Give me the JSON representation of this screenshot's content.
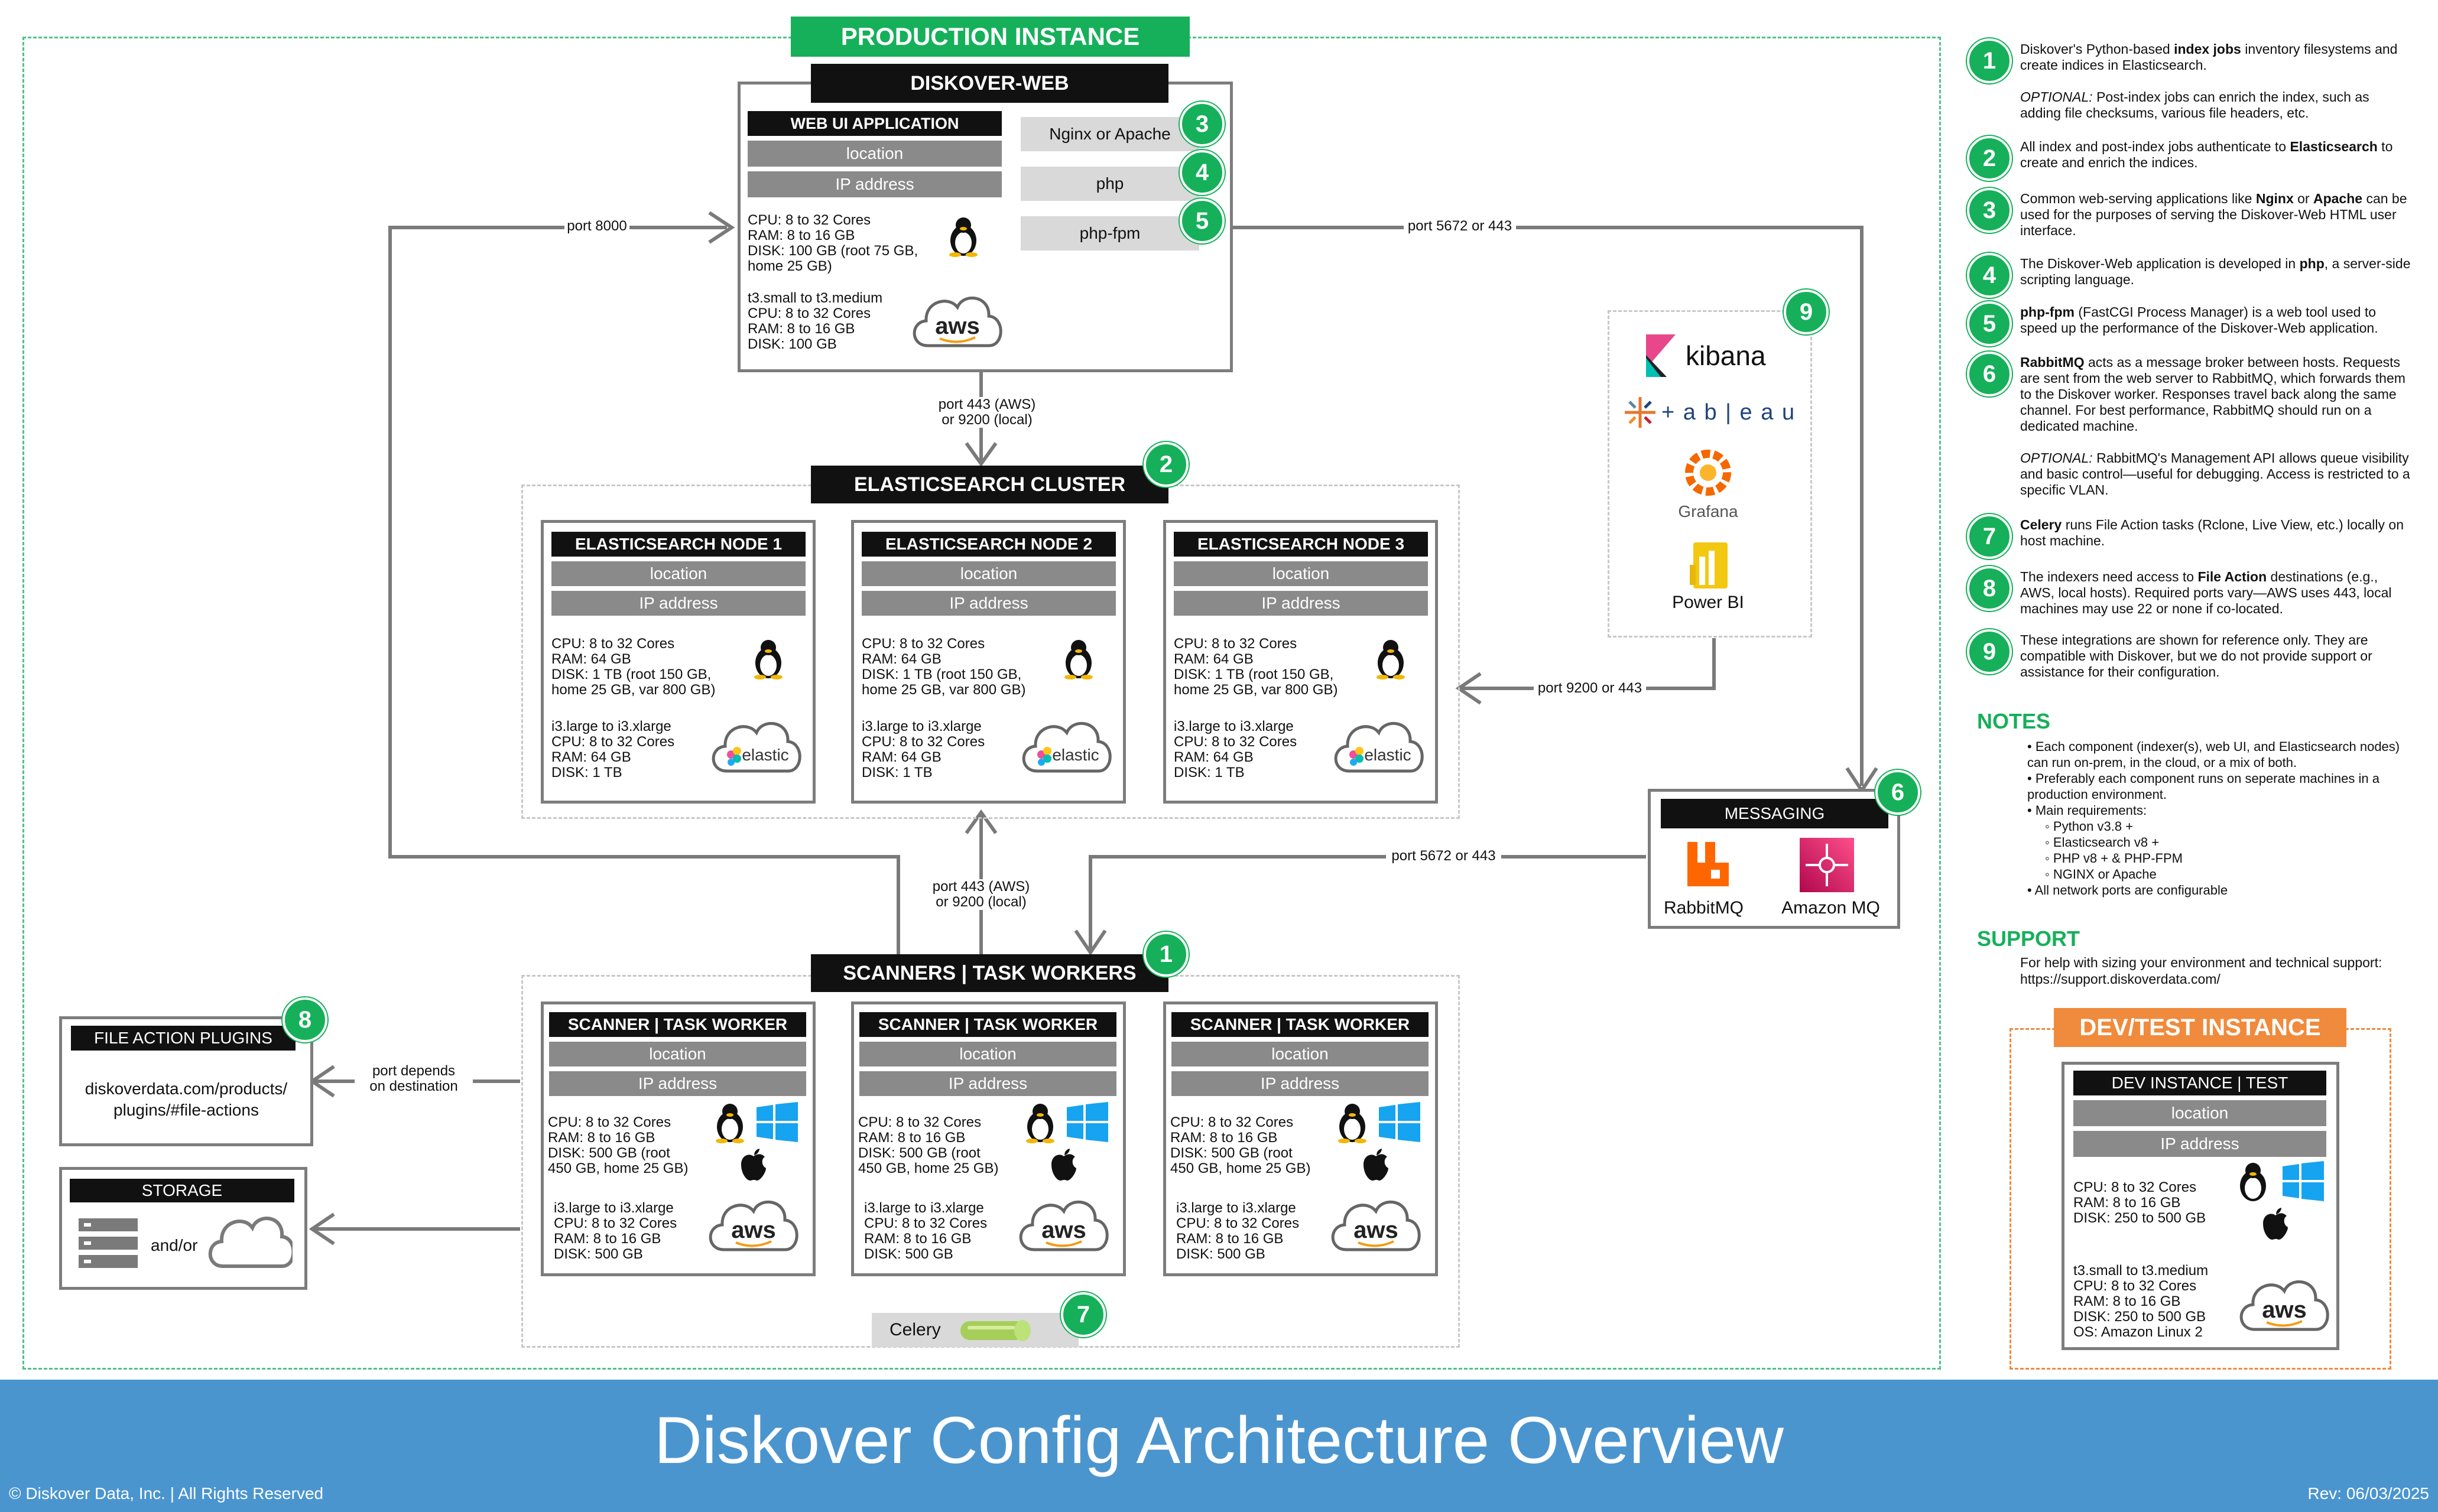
{
  "production_title": "PRODUCTION INSTANCE",
  "devtest_title": "DEV/TEST INSTANCE",
  "web": {
    "title": "DISKOVER-WEB",
    "app_title": "WEB UI APPLICATION",
    "location": "location",
    "ip": "IP address",
    "nginx": "Nginx or Apache",
    "php": "php",
    "phpfpm": "php-fpm",
    "spec_linux": "CPU: 8 to 32 Cores\nRAM: 8 to 16 GB\nDISK: 100 GB (root 75 GB,\nhome 25 GB)",
    "spec_aws": "t3.small to t3.medium\nCPU: 8 to 32 Cores\nRAM: 8 to 16 GB\nDISK: 100 GB"
  },
  "es": {
    "title": "ELASTICSEARCH CLUSTER",
    "nodes": [
      {
        "title": "ELASTICSEARCH NODE 1"
      },
      {
        "title": "ELASTICSEARCH NODE 2"
      },
      {
        "title": "ELASTICSEARCH NODE 3"
      }
    ],
    "location": "location",
    "ip": "IP address",
    "spec_linux": "CPU: 8 to 32 Cores\nRAM: 64 GB\nDISK: 1 TB (root  150 GB,\nhome 25 GB, var 800 GB)",
    "spec_cloud": "i3.large to i3.xlarge\nCPU: 8 to 32 Cores\nRAM: 64 GB\nDISK: 1 TB",
    "elastic": "elastic"
  },
  "scanners": {
    "title": "SCANNERS | TASK WORKERS",
    "worker_title": "SCANNER | TASK WORKER",
    "location": "location",
    "ip": "IP address",
    "spec_os": "CPU: 8 to 32 Cores\nRAM: 8 to 16 GB\nDISK: 500 GB (root\n450 GB, home 25 GB)",
    "spec_cloud": "i3.large to i3.xlarge\nCPU: 8 to 32 Cores\nRAM: 8 to 16 GB\nDISK: 500 GB",
    "celery": "Celery"
  },
  "plugins": {
    "title": "FILE ACTION PLUGINS",
    "text": "diskoverdata.com/products/\nplugins/#file-actions"
  },
  "storage": {
    "title": "STORAGE",
    "andor": "and/or"
  },
  "messaging": {
    "title": "MESSAGING",
    "rabbit": "RabbitMQ",
    "amazon": "Amazon MQ"
  },
  "integrations": {
    "kibana": "kibana",
    "tableau": "+ a b | e a u",
    "grafana": "Grafana",
    "powerbi": "Power BI"
  },
  "ports": {
    "p8000": "port 8000",
    "p5672_top": "port 5672 or 443",
    "p443_web": "port 443 (AWS)\nor 9200 (local)",
    "p443_scan": "port 443 (AWS)\nor 9200 (local)",
    "p9200": "port 9200 or 443",
    "p5672_mid": "port 5672 or 443",
    "pdepends": "port depends\non destination"
  },
  "aws": "aws",
  "dev": {
    "title": "DEV INSTANCE | TEST",
    "location": "location",
    "ip": "IP address",
    "spec1": "CPU: 8 to 32 Cores\nRAM: 8 to 16 GB\nDISK: 250 to 500 GB",
    "spec2": "t3.small to t3.medium\nCPU: 8 to 32 Cores\nRAM: 8 to 16 GB\nDISK: 250 to 500 GB\nOS: Amazon Linux 2"
  },
  "legend": [
    {
      "n": "1",
      "html": "Diskover's Python-based <b>index jobs</b> inventory filesystems and create indices in Elasticsearch.<br><br><i>OPTIONAL:</i> Post-index jobs can enrich the index, such as adding file checksums, various file headers, etc."
    },
    {
      "n": "2",
      "html": "All index and post-index jobs authenticate to <b>Elasticsearch</b> to create and enrich the indices."
    },
    {
      "n": "3",
      "html": "Common web-serving applications like <b>Nginx</b> or <b>Apache</b> can be used for the purposes of serving the Diskover-Web HTML user interface."
    },
    {
      "n": "4",
      "html": "The Diskover-Web application is developed in <b>php</b>, a server-side scripting language."
    },
    {
      "n": "5",
      "html": "<b>php-fpm</b> (FastCGI Process Manager) is a web tool used to speed up the performance of the Diskover-Web application."
    },
    {
      "n": "6",
      "html": "<b>RabbitMQ</b> acts as a message broker between hosts. Requests are sent from the web server to RabbitMQ, which forwards them to the Diskover worker. Responses travel back along the same channel. For best performance, RabbitMQ should run on a dedicated machine.<br><br><i>OPTIONAL:</i> RabbitMQ's Management API allows queue visibility and basic control—useful for debugging. Access is restricted to a specific VLAN."
    },
    {
      "n": "7",
      "html": "<b>Celery</b> runs File Action tasks (Rclone, Live View, etc.) locally on host machine."
    },
    {
      "n": "8",
      "html": "The indexers need access to <b>File Action</b> destinations (e.g., AWS, local hosts). Required ports vary—AWS uses 443, local machines may use 22 or none if co-located."
    },
    {
      "n": "9",
      "html": "These integrations are shown for reference only. They are compatible with Diskover, but we do not provide support or assistance for their configuration."
    }
  ],
  "notes": {
    "title": "NOTES",
    "items": [
      "• Each component (indexer(s), web UI, and Elasticsearch nodes) can run on-prem, in the cloud, or a mix of both.",
      "• Preferably each component runs on seperate machines in a production environment.",
      "• Main requirements:",
      "◦ Python v3.8 +",
      "◦ Elasticsearch v8 +",
      "◦ PHP v8 + & PHP-FPM",
      "◦ NGINX or Apache",
      "• All network ports are configurable"
    ]
  },
  "support": {
    "title": "SUPPORT",
    "text": "For help with sizing your environment and technical support: https://support.diskoverdata.com/"
  },
  "footer": {
    "title": "Diskover Config Architecture Overview",
    "copyright": "© Diskover Data, Inc. | All Rights Reserved",
    "rev": "Rev: 06/03/2025"
  },
  "colors": {
    "green": "#16b05a",
    "footer_blue": "#4b95cf",
    "orange": "#f08a3c"
  }
}
